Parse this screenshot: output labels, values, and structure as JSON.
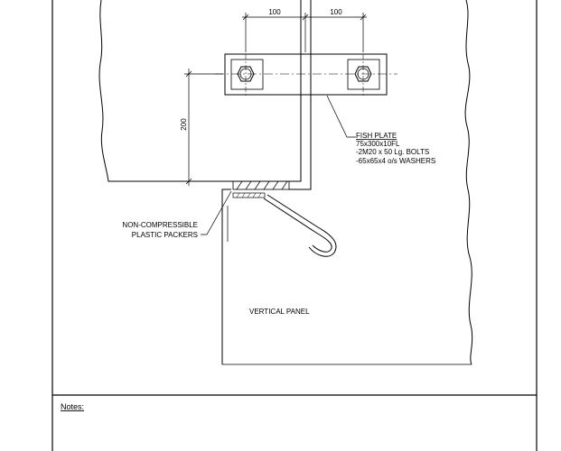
{
  "dimensions": {
    "left_spacing": "100",
    "right_spacing": "100",
    "vertical_height": "200"
  },
  "fish_plate": {
    "title": "FISH PLATE",
    "lines": [
      "75x300x10FL",
      "-2M20 x 50 Lg. BOLTS",
      "-65x65x4 o/s WASHERS"
    ]
  },
  "packers": {
    "line1": "NON-COMPRESSIBLE",
    "line2": "PLASTIC PACKERS"
  },
  "vertical_panel_label": "VERTICAL PANEL",
  "notes_label": "Notes:"
}
